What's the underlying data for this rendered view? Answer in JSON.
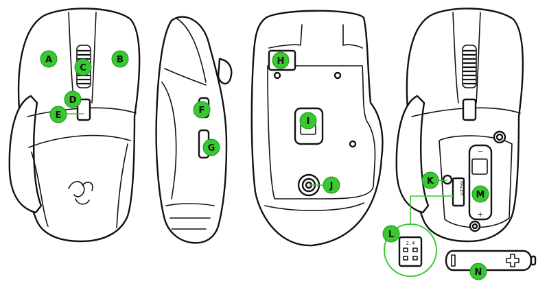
{
  "accent_color": "#39c82f",
  "callouts": {
    "A": "A",
    "B": "B",
    "C": "C",
    "D": "D",
    "E": "E",
    "F": "F",
    "G": "G",
    "H": "H",
    "I": "I",
    "J": "J",
    "K": "K",
    "L": "L",
    "M": "M",
    "N": "N"
  },
  "dongle_label": "2.4",
  "brand_text": "RAZER",
  "battery_polarity": {
    "minus": "−",
    "plus": "+"
  }
}
